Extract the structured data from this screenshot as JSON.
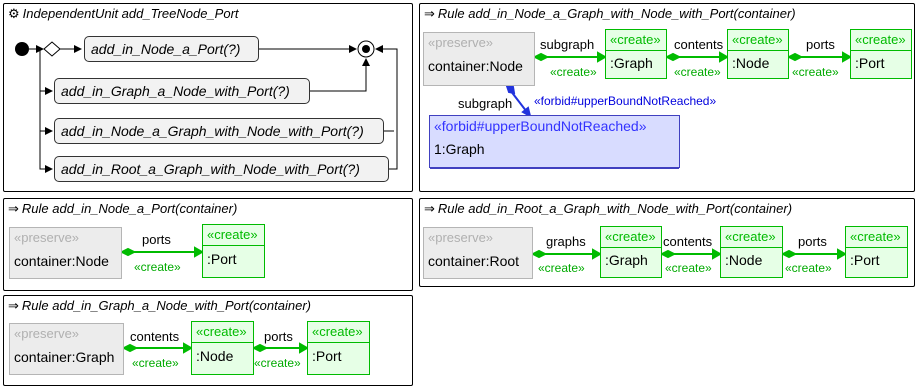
{
  "stereotypes": {
    "preserve": "«preserve»",
    "create": "«create»",
    "forbid": "«forbid#upperBoundNotReached»"
  },
  "unit": {
    "title": "IndependentUnit add_TreeNode_Port",
    "actions": [
      "add_in_Node_a_Port(?)",
      "add_in_Graph_a_Node_with_Port(?)",
      "add_in_Node_a_Graph_with_Node_with_Port(?)",
      "add_in_Root_a_Graph_with_Node_with_Port(?)"
    ]
  },
  "rule_node_graph": {
    "title": "Rule add_in_Node_a_Graph_with_Node_with_Port(container)",
    "nodes": [
      "container:Node",
      ":Graph",
      ":Node",
      ":Port",
      "1:Graph"
    ],
    "edges": [
      "subgraph",
      "contents",
      "ports",
      "subgraph"
    ],
    "edge_stereotype": "«create»",
    "forbid_edge_label": "«forbid#upperBoundNotReached»"
  },
  "rule_node_port": {
    "title": "Rule add_in_Node_a_Port(container)",
    "nodes": [
      "container:Node",
      ":Port"
    ],
    "edges": [
      "ports"
    ],
    "edge_stereotype": "«create»"
  },
  "rule_root": {
    "title": "Rule add_in_Root_a_Graph_with_Node_with_Port(container)",
    "nodes": [
      "container:Root",
      ":Graph",
      ":Node",
      ":Port"
    ],
    "edges": [
      "graphs",
      "contents",
      "ports"
    ],
    "edge_stereotype": "«create»"
  },
  "rule_graph": {
    "title": "Rule add_in_Graph_a_Node_with_Port(container)",
    "nodes": [
      "container:Graph",
      ":Node",
      ":Port"
    ],
    "edges": [
      "contents",
      "ports"
    ],
    "edge_stereotype": "«create»"
  },
  "colors": {
    "create": "#00bb00",
    "preserve_text": "#b0b0b0",
    "forbid": "#3333ff",
    "forbid_fill": "#d8dcff"
  }
}
